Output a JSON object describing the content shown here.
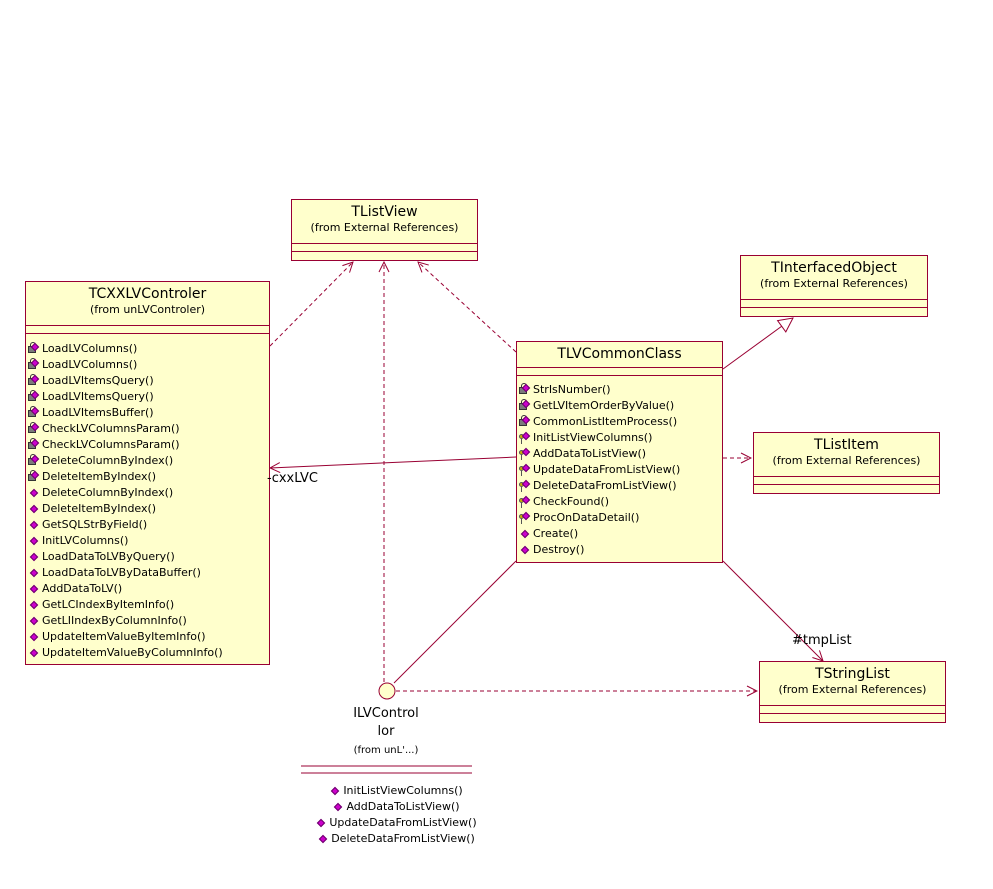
{
  "colors": {
    "border": "#990033",
    "fill": "#ffffcc",
    "operation_icon": "#cc00cc",
    "edge": "#990033"
  },
  "classes": {
    "tlistview": {
      "name": "TListView",
      "package": "(from External References)"
    },
    "tcxxlvcontroler": {
      "name": "TCXXLVControler",
      "package": "(from unLVControler)",
      "operations": [
        {
          "label": "LoadLVColumns()",
          "icon": "private-lock-icon"
        },
        {
          "label": "LoadLVColumns()",
          "icon": "private-lock-icon"
        },
        {
          "label": "LoadLVItemsQuery()",
          "icon": "private-lock-icon"
        },
        {
          "label": "LoadLVItemsQuery()",
          "icon": "private-lock-icon"
        },
        {
          "label": "LoadLVItemsBuffer()",
          "icon": "private-lock-icon"
        },
        {
          "label": "CheckLVColumnsParam()",
          "icon": "private-lock-icon"
        },
        {
          "label": "CheckLVColumnsParam()",
          "icon": "private-lock-icon"
        },
        {
          "label": "DeleteColumnByIndex()",
          "icon": "private-lock-icon"
        },
        {
          "label": "DeleteItemByIndex()",
          "icon": "private-lock-icon"
        },
        {
          "label": "DeleteColumnByIndex()",
          "icon": "public-diamond-icon"
        },
        {
          "label": "DeleteItemByIndex()",
          "icon": "public-diamond-icon"
        },
        {
          "label": "GetSQLStrByField()",
          "icon": "public-diamond-icon"
        },
        {
          "label": "InitLVColumns()",
          "icon": "public-diamond-icon"
        },
        {
          "label": "LoadDataToLVByQuery()",
          "icon": "public-diamond-icon"
        },
        {
          "label": "LoadDataToLVByDataBuffer()",
          "icon": "public-diamond-icon"
        },
        {
          "label": "AddDataToLV()",
          "icon": "public-diamond-icon"
        },
        {
          "label": "GetLCIndexByItemInfo()",
          "icon": "public-diamond-icon"
        },
        {
          "label": "GetLIIndexByColumnInfo()",
          "icon": "public-diamond-icon"
        },
        {
          "label": "UpdateItemValueByItemInfo()",
          "icon": "public-diamond-icon"
        },
        {
          "label": "UpdateItemValueByColumnInfo()",
          "icon": "public-diamond-icon"
        }
      ]
    },
    "tinterfacedobject": {
      "name": "TInterfacedObject",
      "package": "(from External References)"
    },
    "tlvcommonclass": {
      "name": "TLVCommonClass",
      "operations": [
        {
          "label": "StrIsNumber()",
          "icon": "private-lock-icon"
        },
        {
          "label": "GetLVItemOrderByValue()",
          "icon": "private-lock-icon"
        },
        {
          "label": "CommonListItemProcess()",
          "icon": "private-lock-icon"
        },
        {
          "label": "InitListViewColumns()",
          "icon": "protected-key-icon"
        },
        {
          "label": "AddDataToListView()",
          "icon": "protected-key-icon"
        },
        {
          "label": "UpdateDataFromListView()",
          "icon": "protected-key-icon"
        },
        {
          "label": "DeleteDataFromListView()",
          "icon": "protected-key-icon"
        },
        {
          "label": "CheckFound()",
          "icon": "protected-key-icon"
        },
        {
          "label": "ProcOnDataDetail()",
          "icon": "protected-key-icon"
        },
        {
          "label": "Create()",
          "icon": "public-diamond-icon"
        },
        {
          "label": "Destroy()",
          "icon": "public-diamond-icon"
        }
      ]
    },
    "tlistitem": {
      "name": "TListItem",
      "package": "(from External References)"
    },
    "tstringlist": {
      "name": "TStringList",
      "package": "(from External References)"
    }
  },
  "interface": {
    "name_line1": "ILVControl",
    "name_line2": "lor",
    "package": "(from unL'...)",
    "operations": [
      {
        "label": "InitListViewColumns()",
        "icon": "public-diamond-icon"
      },
      {
        "label": "AddDataToListView()",
        "icon": "public-diamond-icon"
      },
      {
        "label": "UpdateDataFromListView()",
        "icon": "public-diamond-icon"
      },
      {
        "label": "DeleteDataFromListView()",
        "icon": "public-diamond-icon"
      }
    ]
  },
  "role_labels": {
    "cxxlvc": "-cxxLVC",
    "tmplist": "#tmpList"
  }
}
